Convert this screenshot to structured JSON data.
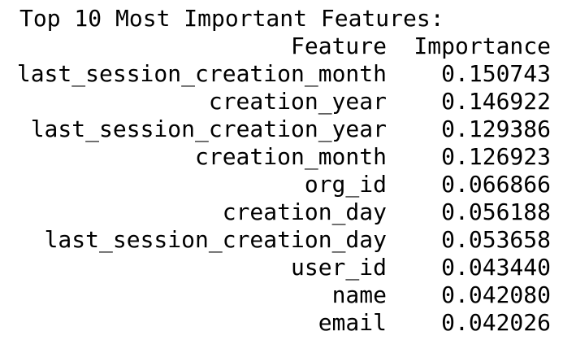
{
  "output": {
    "title": "Top 10 Most Important Features:",
    "header": {
      "feature": "Feature",
      "importance": "Importance"
    },
    "rows": [
      {
        "feature": "last_session_creation_month",
        "importance": "0.150743"
      },
      {
        "feature": "creation_year",
        "importance": "0.146922"
      },
      {
        "feature": "last_session_creation_year",
        "importance": "0.129386"
      },
      {
        "feature": "creation_month",
        "importance": "0.126923"
      },
      {
        "feature": "org_id",
        "importance": "0.066866"
      },
      {
        "feature": "creation_day",
        "importance": "0.056188"
      },
      {
        "feature": "last_session_creation_day",
        "importance": "0.053658"
      },
      {
        "feature": "user_id",
        "importance": "0.043440"
      },
      {
        "feature": "name",
        "importance": "0.042080"
      },
      {
        "feature": "email",
        "importance": "0.042026"
      }
    ]
  }
}
